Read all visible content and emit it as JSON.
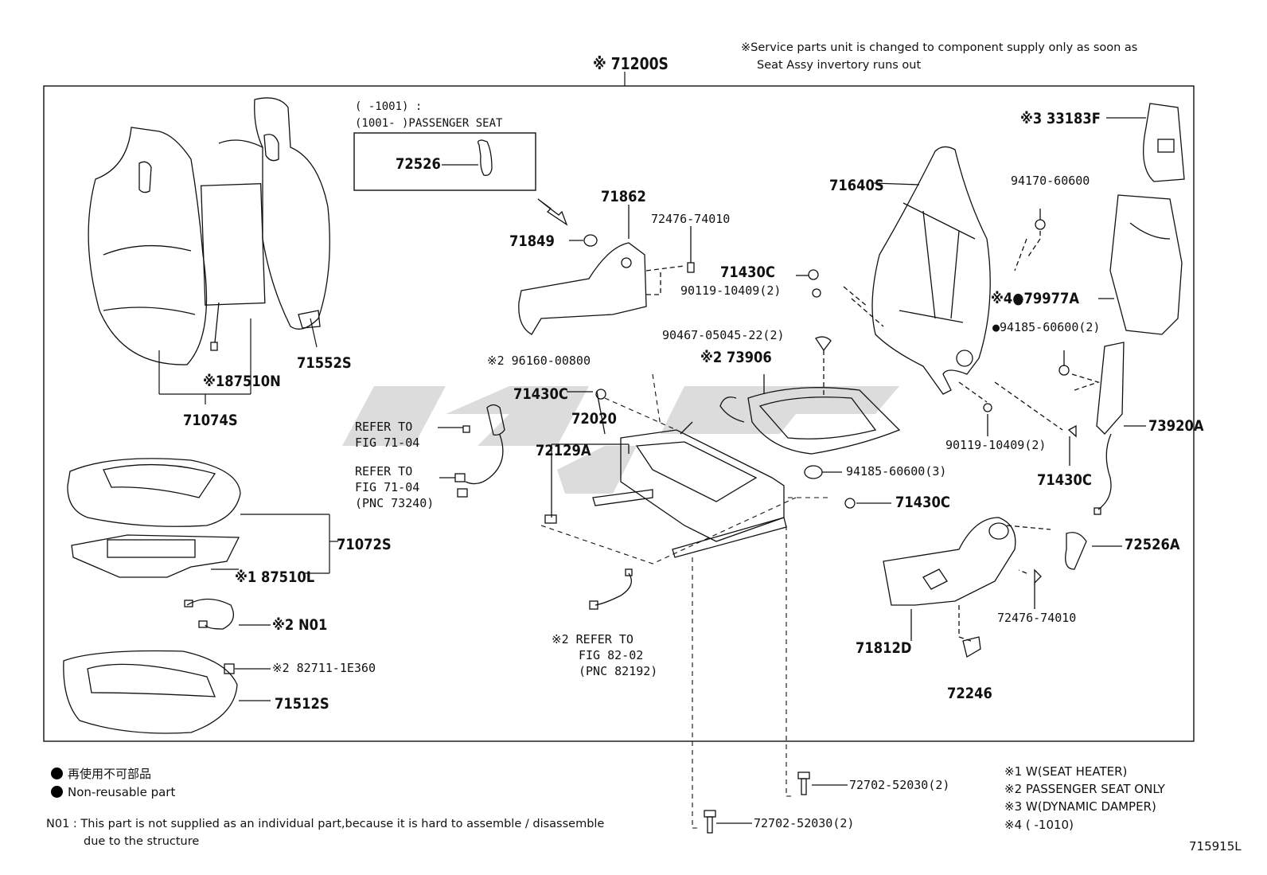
{
  "header": {
    "assembly_label": "※ 71200S",
    "service_note_line1": "※Service parts unit is changed to component supply only as soon as",
    "service_note_line2": "Seat Assy invertory runs out"
  },
  "inset": {
    "line1": "(      -1001) :",
    "line2": "(1001-      )PASSENGER SEAT",
    "part": "72526"
  },
  "parts": {
    "p71074S": "71074S",
    "p87510N": "※187510N",
    "p71552S": "71552S",
    "p71862": "71862",
    "p71849": "71849",
    "p72476_74010_a": "72476-74010",
    "p71430C_a": "71430C",
    "p90119_a": "90119-10409(2)",
    "p71640S": "71640S",
    "p94170": "94170-60600",
    "p33183F": "※3 33183F",
    "p79977A": "※4●79977A",
    "p94185_2": "●94185-60600(2)",
    "p90467": "90467-05045-22(2)",
    "p73906": "※2 73906",
    "p96160": "※2 96160-00800",
    "p71430C_b": "71430C",
    "p72020": "72020",
    "p72129A": "72129A",
    "p73920A": "73920A",
    "p90119_b": "90119-10409(2)",
    "p71430C_c": "71430C",
    "p94185_3": "94185-60600(3)",
    "p71430C_d": "71430C",
    "p71072S": "71072S",
    "p87510L": "※1 87510L",
    "pN01": "※2 N01",
    "p82711": "※2 82711-1E360",
    "p71512S": "71512S",
    "p72526A": "72526A",
    "p72476_74010_b": "72476-74010",
    "p71812D": "71812D",
    "p72246": "72246",
    "p72702_a": "72702-52030(2)",
    "p72702_b": "72702-52030(2)"
  },
  "refs": {
    "ref1_l1": "REFER TO",
    "ref1_l2": "FIG 71-04",
    "ref2_l1": "REFER TO",
    "ref2_l2": "FIG 71-04",
    "ref2_l3": "(PNC 73240)",
    "ref3_l1": "※2 REFER TO",
    "ref3_l2": "FIG 82-02",
    "ref3_l3": "(PNC 82192)"
  },
  "legend": {
    "jp": "再使用不可部品",
    "en": "Non-reusable part",
    "n01_line1": "N01 : This part is not supplied as an individual part,because it is hard to assemble / disassemble",
    "n01_line2": "due to the structure",
    "fn1": "※1 W(SEAT HEATER)",
    "fn2": "※2 PASSENGER SEAT ONLY",
    "fn3": "※3 W(DYNAMIC DAMPER)",
    "fn4": "※4 (      -1010)",
    "figure_code": "715915L"
  },
  "colors": {
    "ink": "#111111",
    "watermark": "#d8d8d8"
  }
}
